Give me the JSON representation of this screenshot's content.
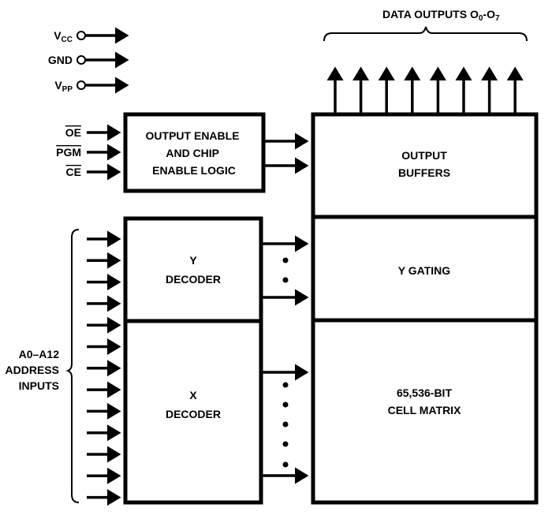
{
  "title": {
    "main": "DATA OUTPUTS O",
    "sub0": "0",
    "dash": "-O",
    "sub7": "7"
  },
  "power": [
    {
      "main": "V",
      "sub": "CC"
    },
    {
      "main": "GND",
      "sub": ""
    },
    {
      "main": "V",
      "sub": "PP"
    }
  ],
  "control_inputs": [
    "OE",
    "PGM",
    "CE"
  ],
  "blocks": {
    "oe_logic": [
      "OUTPUT ENABLE",
      "AND CHIP",
      "ENABLE LOGIC"
    ],
    "output_buffers": [
      "OUTPUT",
      "BUFFERS"
    ],
    "y_gating": [
      "Y GATING"
    ],
    "cell_matrix": [
      "65,536-BIT",
      "CELL MATRIX"
    ],
    "y_decoder": [
      "Y",
      "DECODER"
    ],
    "x_decoder": [
      "X",
      "DECODER"
    ]
  },
  "address_label": [
    "A0–A12",
    "ADDRESS",
    "INPUTS"
  ],
  "address_input_count": 13,
  "data_output_count": 8
}
